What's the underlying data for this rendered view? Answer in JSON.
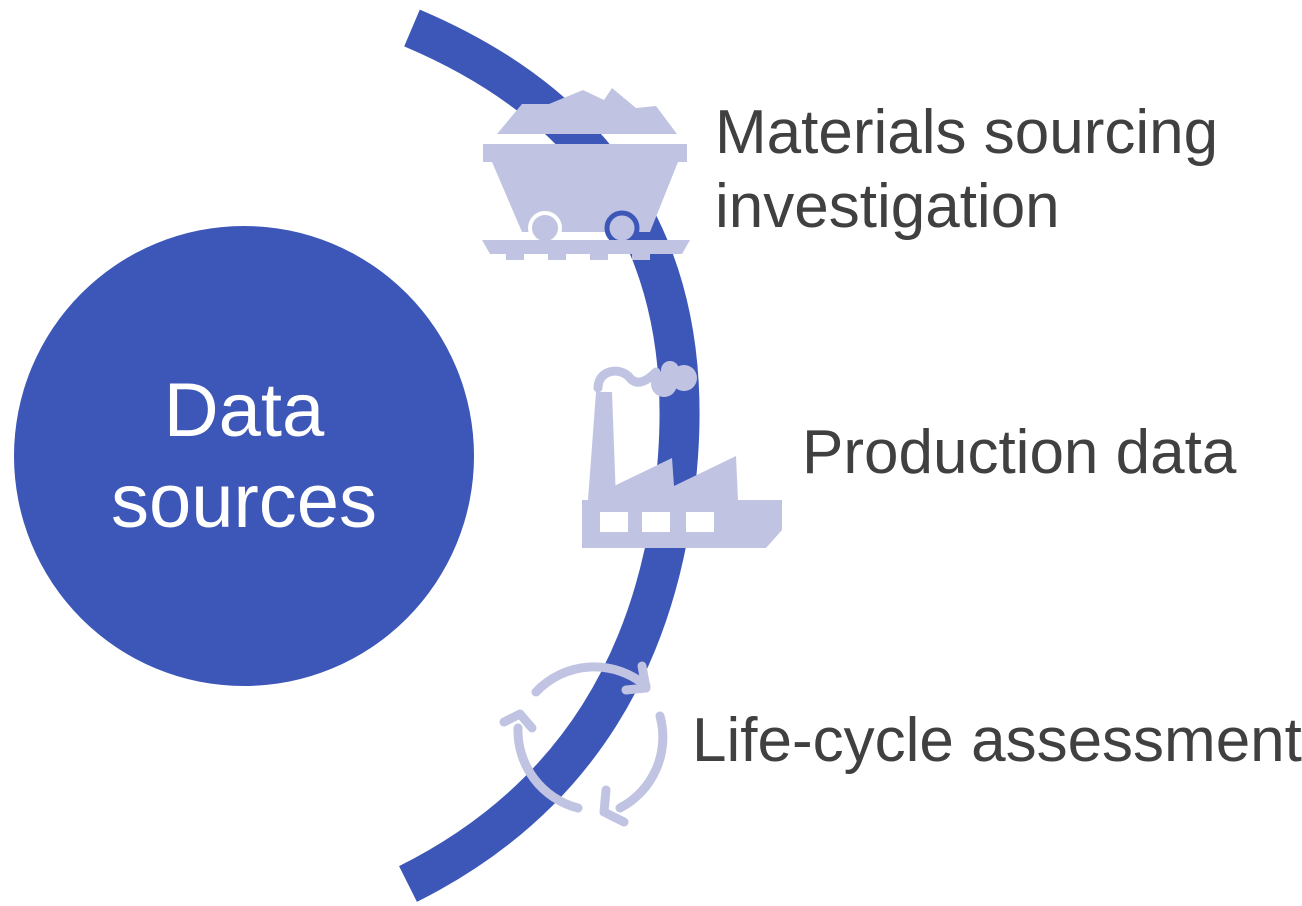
{
  "hub": {
    "line1": "Data",
    "line2": "sources"
  },
  "steps": [
    {
      "label_line1": "Materials sourcing",
      "label_line2": "investigation",
      "icon": "mine-cart-icon"
    },
    {
      "label_line1": "Production data",
      "icon": "factory-icon"
    },
    {
      "label_line1": "Life-cycle assessment",
      "icon": "cycle-arrows-icon"
    }
  ],
  "colors": {
    "primary": "#3d57b8",
    "icon": "#c0c4e2",
    "text": "#404040",
    "hub_text": "#ffffff"
  }
}
